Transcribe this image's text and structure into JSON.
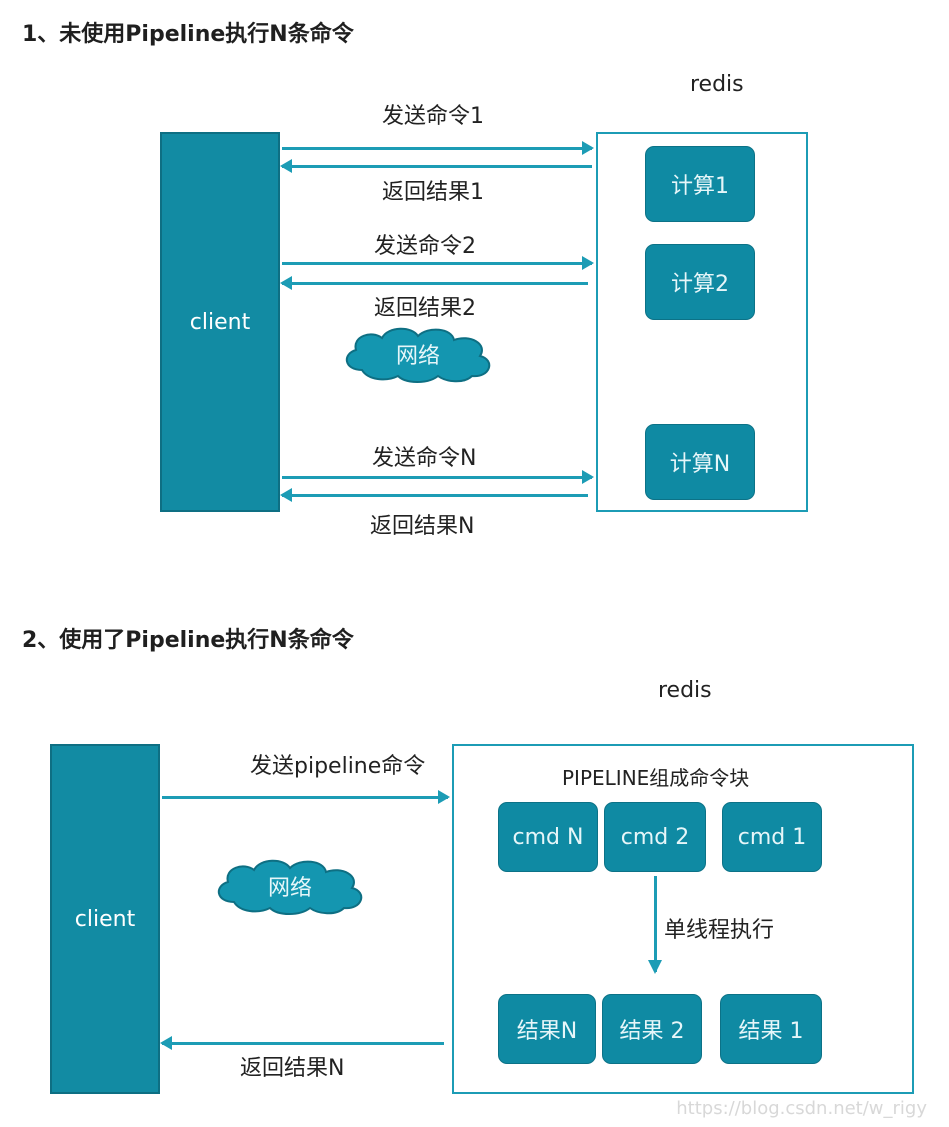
{
  "section1": {
    "heading": "1、未使用Pipeline执行N条命令",
    "redis_label": "redis",
    "client_label": "client",
    "compute_boxes": [
      "计算1",
      "计算2",
      "计算N"
    ],
    "send_labels": [
      "发送命令1",
      "发送命令2",
      "发送命令N"
    ],
    "return_labels": [
      "返回结果1",
      "返回结果2",
      "返回结果N"
    ],
    "cloud_label": "网络"
  },
  "section2": {
    "heading": "2、使用了Pipeline执行N条命令",
    "redis_label": "redis",
    "client_label": "client",
    "send_label": "发送pipeline命令",
    "return_label": "返回结果N",
    "cloud_label": "网络",
    "block_title": "PIPELINE组成命令块",
    "cmd_boxes": [
      "cmd N",
      "cmd 2",
      "cmd 1"
    ],
    "exec_label": "单线程执行",
    "result_boxes": [
      "结果N",
      "结果 2",
      "结果 1"
    ]
  },
  "watermark": "https://blog.csdn.net/w_rigy",
  "colors": {
    "box_fill": "#0f8aa3",
    "arrow": "#1c9cb5",
    "client_fill": "#128ba3"
  }
}
